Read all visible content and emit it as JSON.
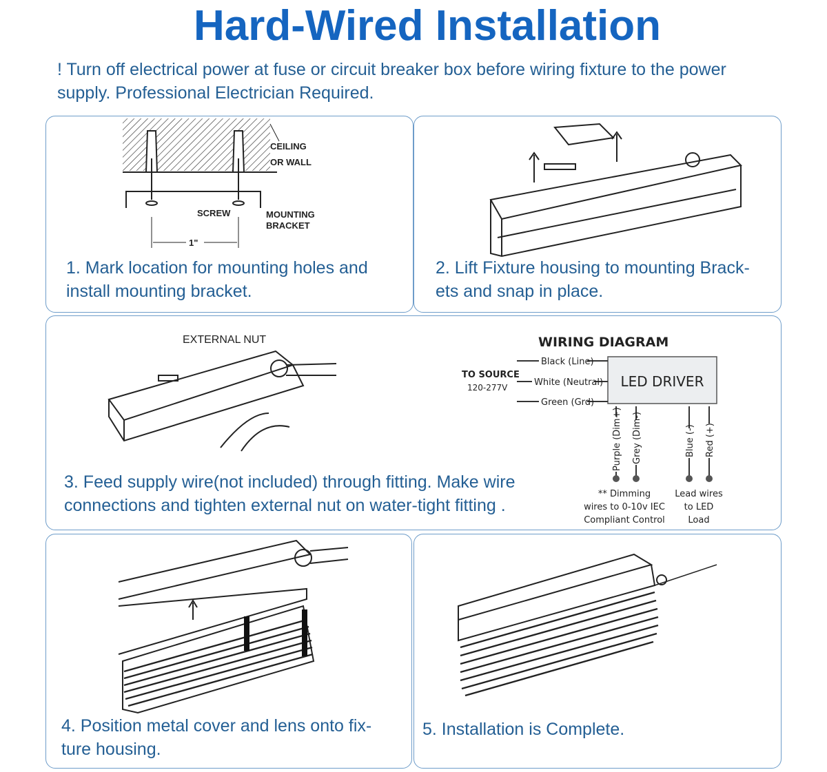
{
  "title": "Hard-Wired Installation",
  "warning": {
    "line1": "! Turn off electrical power at fuse or circuit breaker box before wiring fixture to the power",
    "line2": "supply.  Professional Electrician Required."
  },
  "steps": [
    {
      "line1": "1. Mark location for mounting holes and",
      "line2": "install mounting bracket."
    },
    {
      "line1": "2. Lift Fixture housing to mounting Brack-",
      "line2": "ets and snap in place."
    },
    {
      "line1": "3. Feed supply wire(not included) through fitting. Make wire",
      "line2": "connections and tighten external nut on water-tight fitting ."
    },
    {
      "line1": "4. Position metal cover and lens onto fix-",
      "line2": "ture housing."
    },
    {
      "line1": "5. Installation is Complete.",
      "line2": ""
    }
  ],
  "diagram1": {
    "ceiling": "CEILING",
    "or_wall": "OR WALL",
    "screw": "SCREW",
    "mounting": "MOUNTING",
    "bracket": "BRACKET",
    "spacing": "1\""
  },
  "diagram3": {
    "external_nut": "EXTERNAL NUT"
  },
  "wiring": {
    "title": "WIRING DIAGRAM",
    "to_source": "TO SOURCE",
    "voltage": "120-277V",
    "black": "Black (Line)",
    "white": "White (Neutral)",
    "green": "Green (Grd)",
    "driver": "LED DRIVER",
    "purple": "Purple (Dim+)",
    "grey": "Grey (Dim-)",
    "blue": "Blue (-)",
    "red": "Red (+)",
    "dim_note": [
      "** Dimming",
      "wires to 0-10v IEC",
      "Compliant Control"
    ],
    "lead_note": [
      "Lead wires",
      "to LED",
      "Load"
    ]
  }
}
